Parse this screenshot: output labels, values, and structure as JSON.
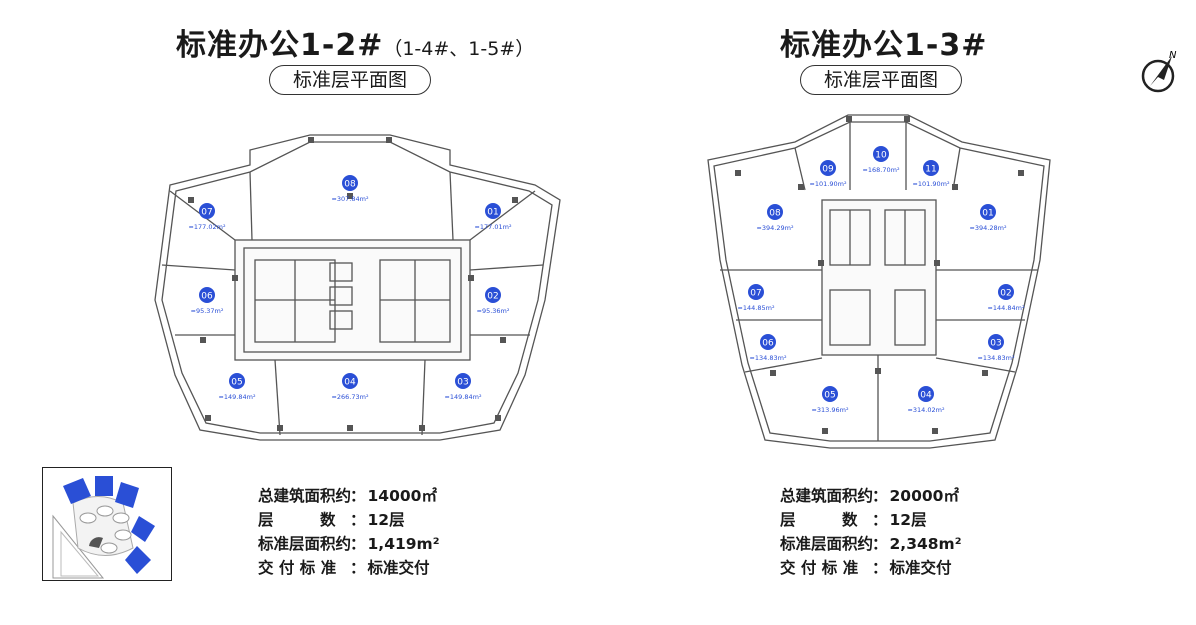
{
  "plan_a": {
    "title": "标准办公1-2#",
    "title_sub": "（1-4#、1-5#）",
    "subtitle": "标准层平面图",
    "units": [
      {
        "no": "07",
        "area": "≈177.02m²"
      },
      {
        "no": "08",
        "area": "≈307.84m²"
      },
      {
        "no": "01",
        "area": "≈177.01m²"
      },
      {
        "no": "06",
        "area": "≈95.37m²"
      },
      {
        "no": "02",
        "area": "≈95.36m²"
      },
      {
        "no": "05",
        "area": "≈149.84m²"
      },
      {
        "no": "04",
        "area": "≈266.73m²"
      },
      {
        "no": "03",
        "area": "≈149.84m²"
      }
    ],
    "stats": [
      {
        "label": "总建筑面积约",
        "value": "14000㎡"
      },
      {
        "label": "层　　　数",
        "value": "12层"
      },
      {
        "label": "标准层面积约",
        "value": "1,419m²"
      },
      {
        "label": "交 付 标 准",
        "value": "标准交付"
      }
    ]
  },
  "plan_b": {
    "title": "标准办公1-3#",
    "subtitle": "标准层平面图",
    "units": [
      {
        "no": "09",
        "area": "≈101.90m²"
      },
      {
        "no": "10",
        "area": "≈168.70m²"
      },
      {
        "no": "11",
        "area": "≈101.90m²"
      },
      {
        "no": "08",
        "area": "≈394.29m²"
      },
      {
        "no": "01",
        "area": "≈394.28m²"
      },
      {
        "no": "07",
        "area": "≈144.85m²"
      },
      {
        "no": "02",
        "area": "≈144.84m²"
      },
      {
        "no": "06",
        "area": "≈134.83m²"
      },
      {
        "no": "03",
        "area": "≈134.83m²"
      },
      {
        "no": "05",
        "area": "≈313.96m²"
      },
      {
        "no": "04",
        "area": "≈314.02m²"
      }
    ],
    "stats": [
      {
        "label": "总建筑面积约",
        "value": "20000㎡"
      },
      {
        "label": "层　　　数",
        "value": "12层"
      },
      {
        "label": "标准层面积约",
        "value": "2,348m²"
      },
      {
        "label": "交 付 标 准",
        "value": "标准交付"
      }
    ]
  },
  "compass": {
    "label": "N",
    "icon": "north-arrow-icon"
  },
  "colors": {
    "unit_badge": "#2a4fd6",
    "site_highlight": "#2a4fd6",
    "wall": "#555555",
    "area_text": "#2a4fd6"
  }
}
